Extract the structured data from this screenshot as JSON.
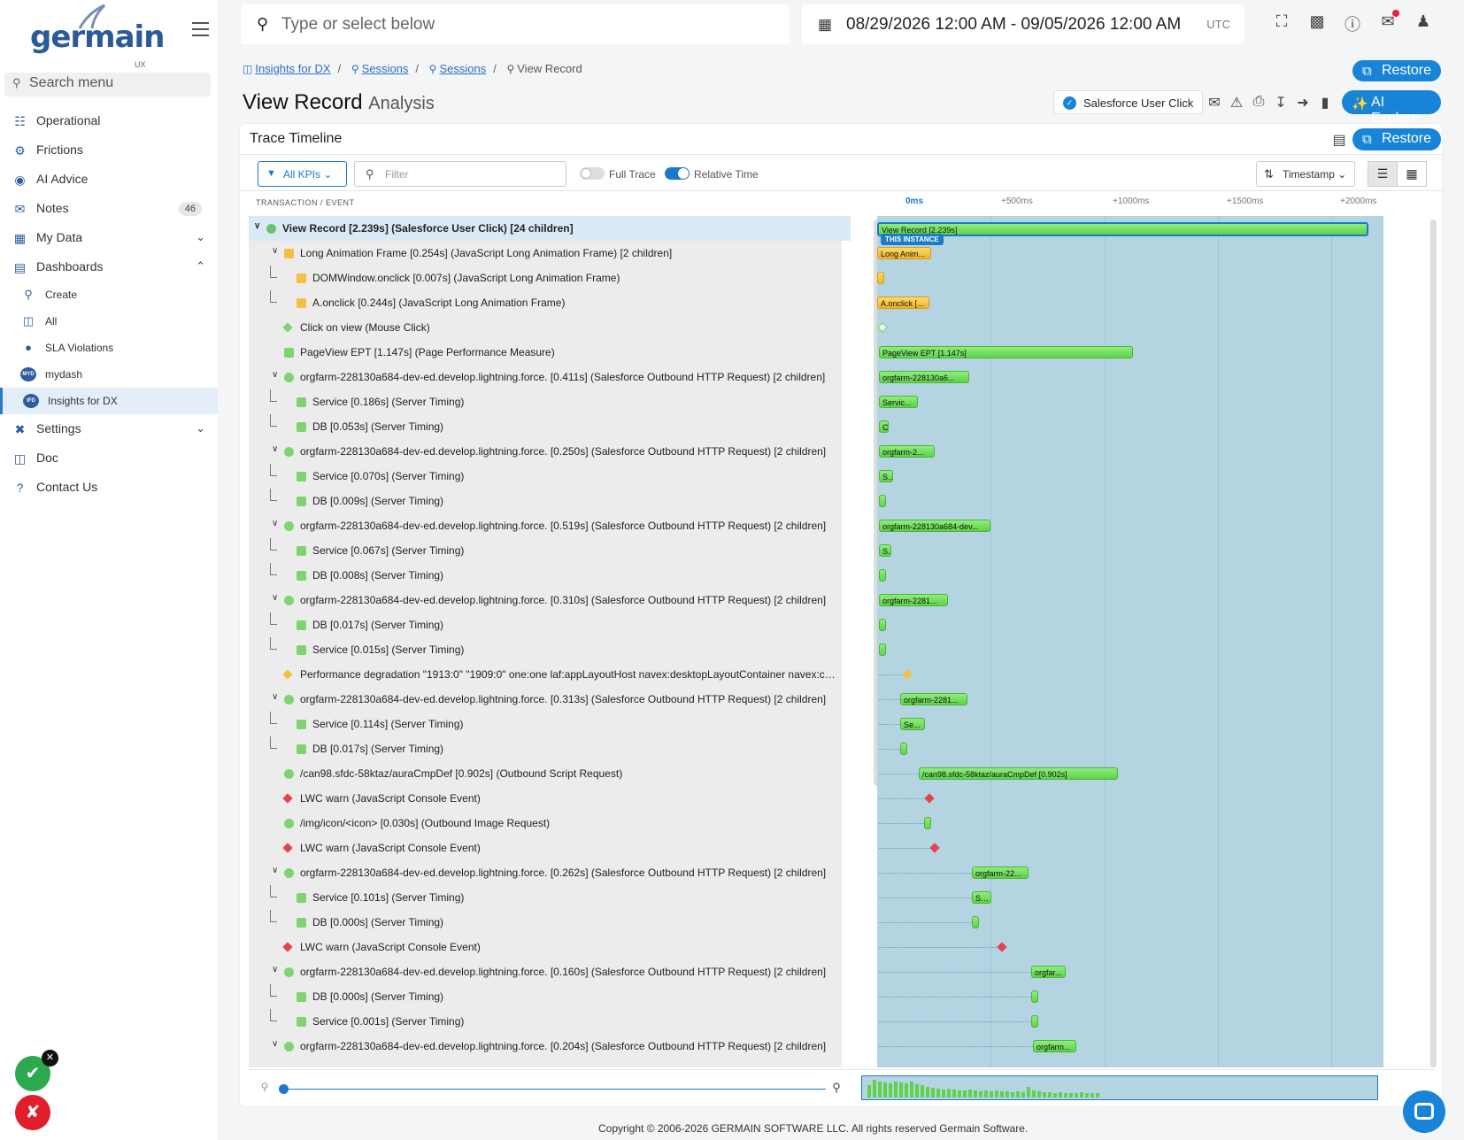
{
  "app": {
    "logo_text": "germain",
    "logo_sub": "UX"
  },
  "sidebar": {
    "search_placeholder": "Search menu",
    "items": [
      {
        "label": "Operational",
        "icon": "hierarchy-icon"
      },
      {
        "label": "Frictions",
        "icon": "frictions-icon"
      },
      {
        "label": "AI Advice",
        "icon": "brain-icon"
      },
      {
        "label": "Notes",
        "icon": "chat-icon",
        "badge": "46"
      },
      {
        "label": "My Data",
        "icon": "database-icon"
      },
      {
        "label": "Dashboards",
        "icon": "chart-icon"
      }
    ],
    "dashboard_items": [
      {
        "label": "Create"
      },
      {
        "label": "All"
      },
      {
        "label": "SLA Violations"
      },
      {
        "label": "mydash",
        "avatar": "MYD"
      },
      {
        "label": "Insights for DX",
        "avatar": "IFD"
      }
    ],
    "bottom_items": [
      {
        "label": "Settings"
      },
      {
        "label": "Doc"
      },
      {
        "label": "Contact Us"
      }
    ]
  },
  "topbar": {
    "search_placeholder": "Type or select below",
    "date_range": "08/29/2026 12:00 AM - 09/05/2026 12:00 AM",
    "timezone": "UTC"
  },
  "breadcrumb": {
    "items": [
      "Insights for DX",
      "Sessions",
      "Sessions",
      "View Record"
    ]
  },
  "header": {
    "title": "View Record",
    "subtitle": "Analysis",
    "restore_label": "Restore",
    "ai_label": "AI Explore",
    "kpi_chip": "Salesforce User Click"
  },
  "panel": {
    "title": "Trace Timeline",
    "restore_label": "Restore",
    "kpi_filter": "All KPIs",
    "filter_placeholder": "Filter",
    "full_trace_label": "Full Trace",
    "relative_time_label": "Relative Time",
    "sort_label": "Timestamp",
    "column_header": "TRANSACTION / EVENT",
    "axis": [
      "0ms",
      "+500ms",
      "+1000ms",
      "+1500ms",
      "+2000ms"
    ],
    "instance_badge": "THIS INSTANCE"
  },
  "rows": [
    {
      "text": "View Record [2.239s] (Salesforce User Click) [24 children]",
      "level": 0,
      "exp": true,
      "kind": "user",
      "bar": "View Record [2.239s]"
    },
    {
      "text": "Long Animation Frame [0.254s] (JavaScript Long Animation Frame) [2 children]",
      "level": 1,
      "exp": true,
      "kind": "amber",
      "bar": "Long Anim..."
    },
    {
      "text": "DOMWindow.onclick [0.007s] (JavaScript Long Animation Frame)",
      "level": 2,
      "kind": "amber",
      "bar": ""
    },
    {
      "text": "A.onclick [0.244s] (JavaScript Long Animation Frame)",
      "level": 2,
      "kind": "amber",
      "bar": "A.onclick [..."
    },
    {
      "text": "Click on view (Mouse Click)",
      "level": 1,
      "kind": "click",
      "bar": ""
    },
    {
      "text": "PageView EPT [1.147s] (Page Performance Measure)",
      "level": 1,
      "kind": "perf",
      "bar": "PageView EPT [1.147s]"
    },
    {
      "text": "orgfarm-228130a684-dev-ed.develop.lightning.force. [0.411s] (Salesforce Outbound HTTP Request) [2 children]",
      "level": 1,
      "exp": true,
      "kind": "net",
      "bar": "orgfarm-228130a6..."
    },
    {
      "text": "Service [0.186s] (Server Timing)",
      "level": 2,
      "kind": "sq",
      "bar": "Servic..."
    },
    {
      "text": "DB [0.053s] (Server Timing)",
      "level": 2,
      "kind": "sq",
      "bar": "C"
    },
    {
      "text": "orgfarm-228130a684-dev-ed.develop.lightning.force. [0.250s] (Salesforce Outbound HTTP Request) [2 children]",
      "level": 1,
      "exp": true,
      "kind": "net",
      "bar": "orgfarm-2..."
    },
    {
      "text": "Service [0.070s] (Server Timing)",
      "level": 2,
      "kind": "sq",
      "bar": "S.."
    },
    {
      "text": "DB [0.009s] (Server Timing)",
      "level": 2,
      "kind": "sq",
      "bar": ""
    },
    {
      "text": "orgfarm-228130a684-dev-ed.develop.lightning.force. [0.519s] (Salesforce Outbound HTTP Request) [2 children]",
      "level": 1,
      "exp": true,
      "kind": "net",
      "bar": "orgfarm-228130a684-dev..."
    },
    {
      "text": "Service [0.067s] (Server Timing)",
      "level": 2,
      "kind": "sq",
      "bar": "S."
    },
    {
      "text": "DB [0.008s] (Server Timing)",
      "level": 2,
      "kind": "sq",
      "bar": ""
    },
    {
      "text": "orgfarm-228130a684-dev-ed.develop.lightning.force. [0.310s] (Salesforce Outbound HTTP Request) [2 children]",
      "level": 1,
      "exp": true,
      "kind": "net",
      "bar": "orgfarm-2281..."
    },
    {
      "text": "DB [0.017s] (Server Timing)",
      "level": 2,
      "kind": "sq",
      "bar": ""
    },
    {
      "text": "Service [0.015s] (Server Timing)",
      "level": 2,
      "kind": "sq",
      "bar": ""
    },
    {
      "text": "Performance degradation \"1913:0\" \"1909:0\" one:one laf:appLayoutHost navex:desktopLayoutContainer navex:cont...",
      "level": 1,
      "kind": "warn",
      "bar": ""
    },
    {
      "text": "orgfarm-228130a684-dev-ed.develop.lightning.force. [0.313s] (Salesforce Outbound HTTP Request) [2 children]",
      "level": 1,
      "exp": true,
      "kind": "net",
      "bar": "orgfarm-2281..."
    },
    {
      "text": "Service [0.114s] (Server Timing)",
      "level": 2,
      "kind": "sq",
      "bar": "Se..."
    },
    {
      "text": "DB [0.017s] (Server Timing)",
      "level": 2,
      "kind": "sq",
      "bar": ""
    },
    {
      "text": "/can98.sfdc-58ktaz/auraCmpDef [0.902s] (Outbound Script Request)",
      "level": 1,
      "kind": "net",
      "bar": "/can98.sfdc-58ktaz/auraCmpDef [0.902s]"
    },
    {
      "text": "LWC warn (JavaScript Console Event)",
      "level": 1,
      "kind": "err",
      "bar": ""
    },
    {
      "text": "/img/icon/<icon> [0.030s] (Outbound Image Request)",
      "level": 1,
      "kind": "net",
      "bar": ""
    },
    {
      "text": "LWC warn (JavaScript Console Event)",
      "level": 1,
      "kind": "err",
      "bar": ""
    },
    {
      "text": "orgfarm-228130a684-dev-ed.develop.lightning.force. [0.262s] (Salesforce Outbound HTTP Request) [2 children]",
      "level": 1,
      "exp": true,
      "kind": "net",
      "bar": "orgfarm-22..."
    },
    {
      "text": "Service [0.101s] (Server Timing)",
      "level": 2,
      "kind": "sq",
      "bar": "Se..."
    },
    {
      "text": "DB [0.000s] (Server Timing)",
      "level": 2,
      "kind": "sq",
      "bar": ""
    },
    {
      "text": "LWC warn (JavaScript Console Event)",
      "level": 1,
      "kind": "err",
      "bar": ""
    },
    {
      "text": "orgfarm-228130a684-dev-ed.develop.lightning.force. [0.160s] (Salesforce Outbound HTTP Request) [2 children]",
      "level": 1,
      "exp": true,
      "kind": "net",
      "bar": "orgfar..."
    },
    {
      "text": "DB [0.000s] (Server Timing)",
      "level": 2,
      "kind": "sq",
      "bar": ""
    },
    {
      "text": "Service [0.001s] (Server Timing)",
      "level": 2,
      "kind": "sq",
      "bar": ""
    },
    {
      "text": "orgfarm-228130a684-dev-ed.develop.lightning.force. [0.204s] (Salesforce Outbound HTTP Request) [2 children]",
      "level": 1,
      "exp": true,
      "kind": "net",
      "bar": "orgfarm..."
    }
  ],
  "footer": "Copyright © 2006-2026 GERMAIN SOFTWARE LLC. All rights reserved Germain Software.",
  "colors": {
    "accent": "#1784d8",
    "green": "#5fd24a",
    "amber": "#f0b429",
    "error": "#e8414b"
  }
}
